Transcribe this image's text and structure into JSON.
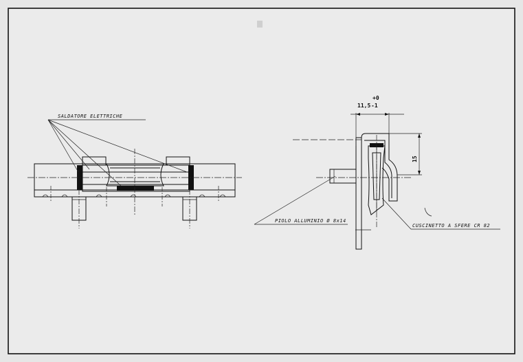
{
  "labels": {
    "saldature": "SALDATORE ELETTRICHE",
    "piolo": "PIOLO ALLUMINIO Ø 8x14",
    "cuscinetto": "CUSCINETTO A SFERE CR 82",
    "dim_main": "11,5",
    "dim_tol_plus": "+0",
    "dim_tol_minus": "-1",
    "dim_height": "15"
  }
}
